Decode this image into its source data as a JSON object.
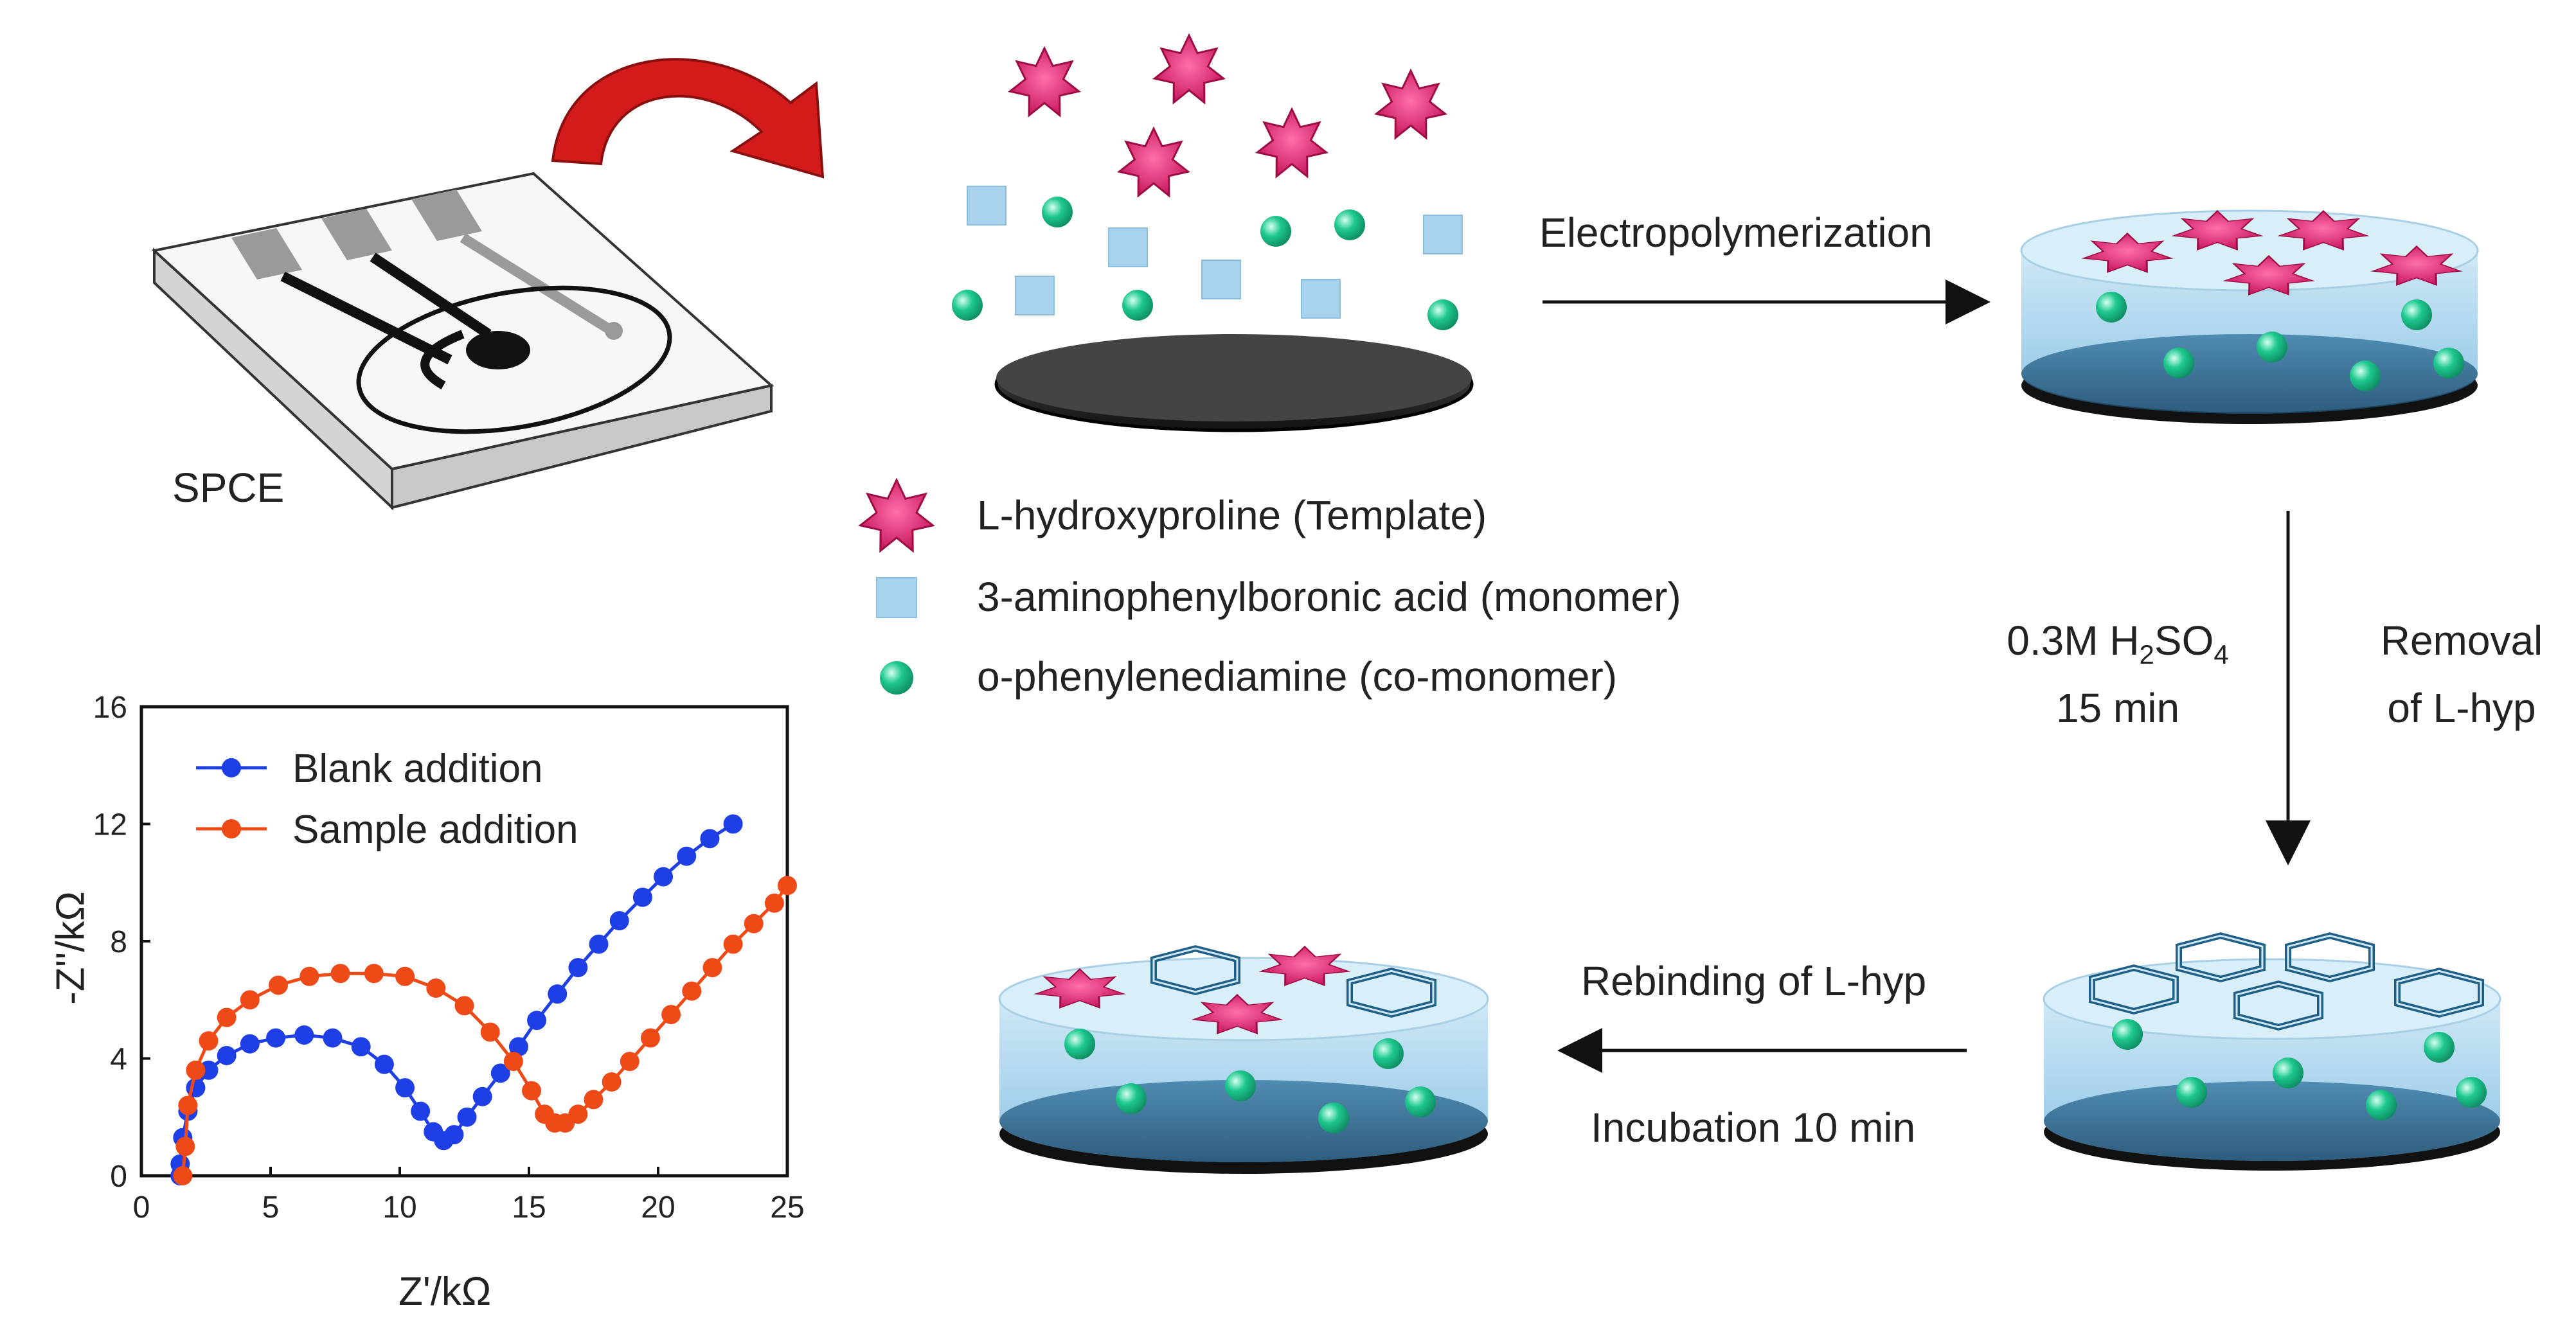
{
  "labels": {
    "spce": "SPCE",
    "step1_label": "Electropolymerization",
    "acid_conc": "0.3M",
    "acid_formula_h": "H",
    "acid_formula_2": "2",
    "acid_formula_so": "SO",
    "acid_formula_4": "4",
    "acid_time": "15 min",
    "step2_label_line1": "Removal",
    "step2_label_line2": "of L-hyp",
    "step3_label_top": "Rebinding of L-hyp",
    "step3_label_bottom": "Incubation 10 min"
  },
  "legend": [
    {
      "icon": "star-icon",
      "color": "#e0246e",
      "label": "L-hydroxyproline (Template)"
    },
    {
      "icon": "square-icon",
      "color": "#a8d2ec",
      "label": "3-aminophenylboronic acid (monomer)"
    },
    {
      "icon": "sphere-icon",
      "color": "#1ec98f",
      "label": "o-phenylenediamine (co-monomer)"
    }
  ],
  "colors": {
    "template": "#e0246e",
    "monomer": "#a8d2ec",
    "comonomer": "#1ec98f",
    "polymer": "#bfe0f2",
    "electrode": "#2a2a2a",
    "arrow": "#d41b1b",
    "blank_series": "#1f3fe6",
    "sample_series": "#ee4a17"
  },
  "chart_data": {
    "type": "line",
    "xlabel": "Z'/kΩ",
    "ylabel": "-Z''/kΩ",
    "xlim": [
      0,
      25
    ],
    "ylim": [
      0,
      16
    ],
    "xticks": [
      0,
      5,
      10,
      15,
      20,
      25
    ],
    "yticks": [
      0,
      4,
      8,
      12,
      16
    ],
    "legend_position": "top-left",
    "grid": false,
    "series": [
      {
        "name": "Blank addition",
        "color": "#1f3fe6",
        "x": [
          1.5,
          1.5,
          1.6,
          1.8,
          2.1,
          2.6,
          3.3,
          4.2,
          5.2,
          6.3,
          7.4,
          8.5,
          9.4,
          10.2,
          10.8,
          11.3,
          11.7,
          12.1,
          12.6,
          13.2,
          13.9,
          14.6,
          15.3,
          16.1,
          16.9,
          17.7,
          18.5,
          19.4,
          20.2,
          21.1,
          22.0,
          22.9
        ],
        "y": [
          0.0,
          0.4,
          1.3,
          2.2,
          3.0,
          3.6,
          4.1,
          4.5,
          4.7,
          4.8,
          4.7,
          4.4,
          3.8,
          3.0,
          2.2,
          1.5,
          1.2,
          1.4,
          2.0,
          2.7,
          3.5,
          4.4,
          5.3,
          6.2,
          7.1,
          7.9,
          8.7,
          9.5,
          10.2,
          10.9,
          11.5,
          12.0
        ]
      },
      {
        "name": "Sample addition",
        "color": "#ee4a17",
        "x": [
          1.6,
          1.7,
          1.8,
          2.1,
          2.6,
          3.3,
          4.2,
          5.3,
          6.5,
          7.7,
          9.0,
          10.2,
          11.4,
          12.5,
          13.5,
          14.4,
          15.1,
          15.6,
          16.0,
          16.4,
          16.9,
          17.5,
          18.2,
          18.9,
          19.7,
          20.5,
          21.3,
          22.1,
          22.9,
          23.7,
          24.5,
          25.0
        ],
        "y": [
          0.0,
          1.0,
          2.4,
          3.6,
          4.6,
          5.4,
          6.0,
          6.5,
          6.8,
          6.9,
          6.9,
          6.8,
          6.4,
          5.8,
          4.9,
          3.9,
          2.9,
          2.1,
          1.8,
          1.8,
          2.1,
          2.6,
          3.2,
          3.9,
          4.7,
          5.5,
          6.3,
          7.1,
          7.9,
          8.6,
          9.3,
          9.9
        ]
      }
    ]
  }
}
